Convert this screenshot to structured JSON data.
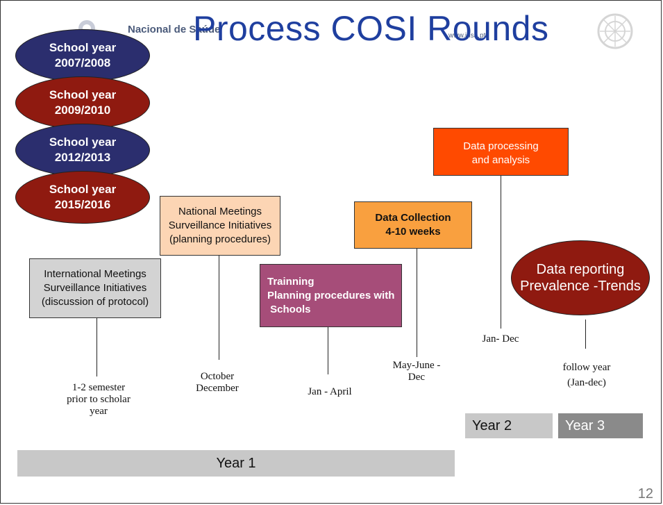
{
  "slide": {
    "title": "Process COSI Rounds",
    "header_subtitle": "Nacional de Saúde",
    "header_url": "www.insa.pt",
    "page_number": "12"
  },
  "school_years": [
    {
      "line1": "School year",
      "line2": "2007/2008",
      "color": "#2b2e6e"
    },
    {
      "line1": "School year",
      "line2": "2009/2010",
      "color": "#8f1a10"
    },
    {
      "line1": "School year",
      "line2": "2012/2013",
      "color": "#2b2e6e"
    },
    {
      "line1": "School year",
      "line2": "2015/2016",
      "color": "#8f1a10"
    }
  ],
  "steps": {
    "international": {
      "lines": [
        "International Meetings",
        "Surveillance Initiatives",
        "(discussion of protocol)"
      ],
      "timing": [
        "1-2 semester",
        "prior to scholar",
        "year"
      ],
      "fill": "#d3d3d3"
    },
    "national": {
      "lines": [
        "National Meetings",
        "Surveillance Initiatives",
        "(planning procedures)"
      ],
      "timing": [
        "October",
        "December"
      ],
      "fill": "#fcd5b4"
    },
    "training": {
      "lines": [
        "Trainning",
        "Planning procedures with",
        " Schools"
      ],
      "timing": [
        "Jan - April"
      ],
      "fill": "#a64d79"
    },
    "collection": {
      "lines": [
        "Data Collection",
        "4-10 weeks"
      ],
      "timing": [
        "May-June -",
        "Dec"
      ],
      "fill": "#f9a03f"
    },
    "processing": {
      "lines": [
        "Data processing",
        "and analysis"
      ],
      "timing": [
        "Jan- Dec"
      ],
      "fill": "#ff4a00"
    },
    "reporting": {
      "lines": [
        "Data reporting",
        "Prevalence -Trends"
      ],
      "timing": [
        "follow year",
        "(Jan-dec)"
      ],
      "fill": "#8f1a10"
    }
  },
  "years": {
    "year1": {
      "label": "Year 1",
      "color": "#c8c8c8"
    },
    "year2": {
      "label": "Year 2",
      "color": "#c8c8c8"
    },
    "year3": {
      "label": "Year 3",
      "color": "#8a8a8a"
    }
  }
}
